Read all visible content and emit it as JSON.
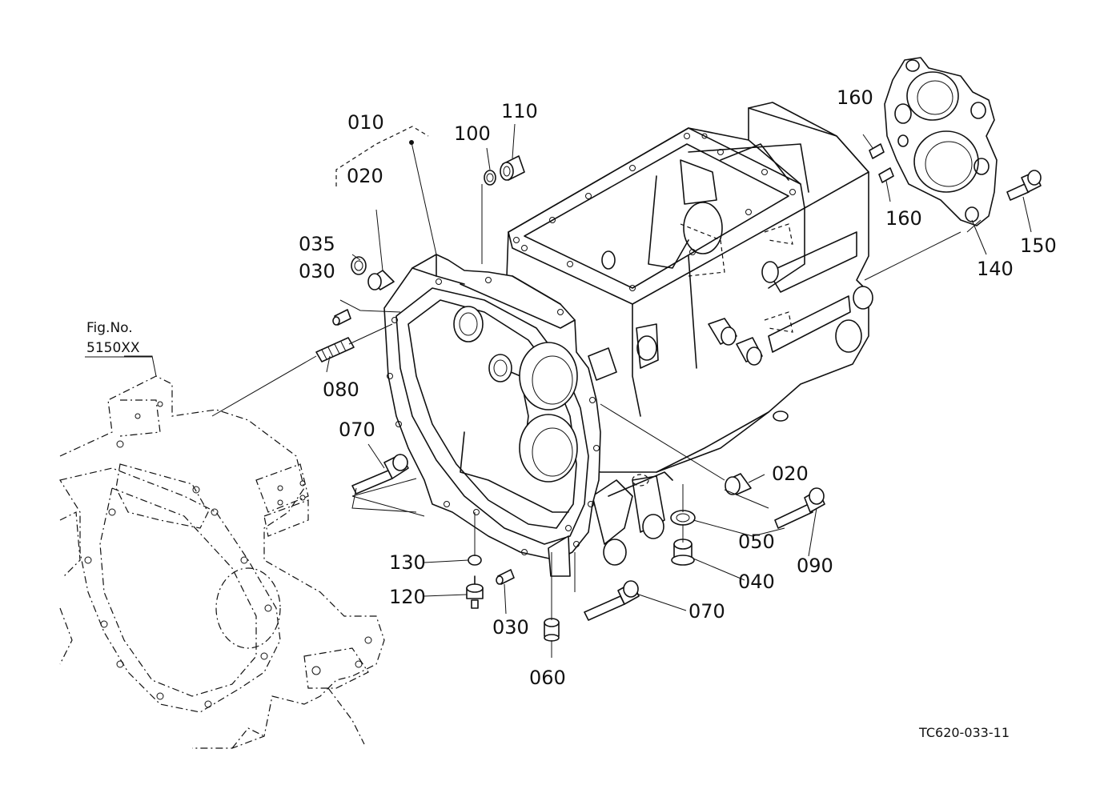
{
  "figure_ref": {
    "line1": "Fig.No.",
    "line2": "5150XX"
  },
  "drawing_code": "TC620-033-11",
  "callouts": {
    "c010": "010",
    "c020a": "020",
    "c035": "035",
    "c030a": "030",
    "c080": "080",
    "c100": "100",
    "c110": "110",
    "c160a": "160",
    "c160b": "160",
    "c150": "150",
    "c140": "140",
    "c070a": "070",
    "c020b": "020",
    "c050": "050",
    "c090": "090",
    "c040": "040",
    "c130": "130",
    "c120": "120",
    "c030b": "030",
    "c070b": "070",
    "c060": "060"
  }
}
